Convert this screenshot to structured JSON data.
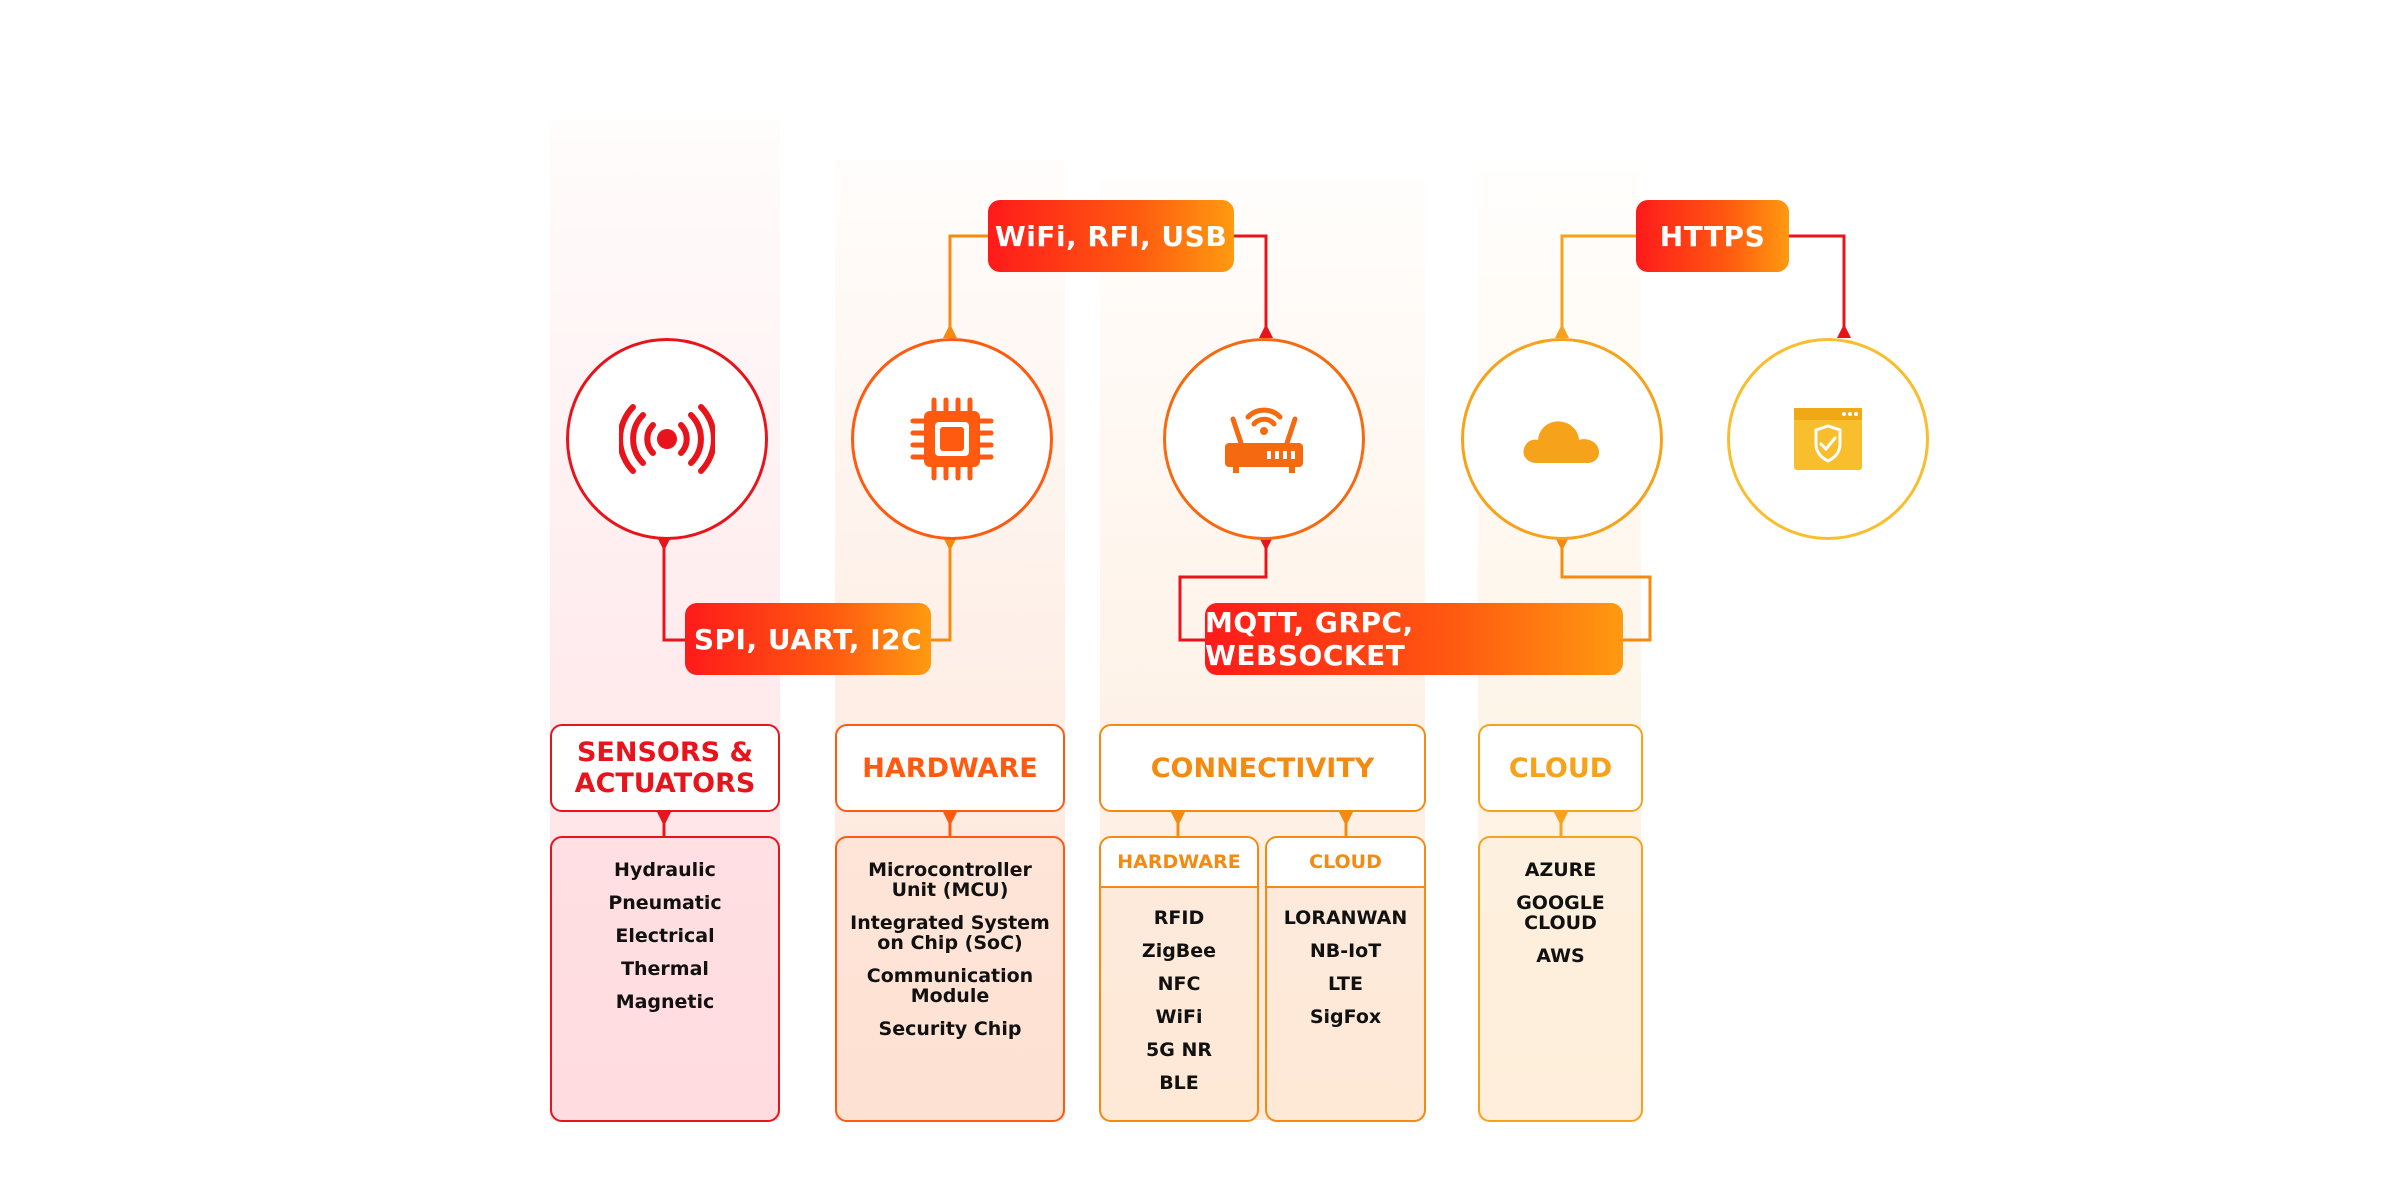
{
  "colors": {
    "red": "#e8141c",
    "orange_red": "#ff5a10",
    "orange": "#f58a10",
    "amber": "#f7a21b",
    "yellow": "#f8be2d"
  },
  "protocols": {
    "top_left": "WiFi, RFI, USB",
    "top_right": "HTTPS",
    "bottom_left": "SPI, UART, I2C",
    "bottom_right": "MQTT, GRPC, WEBSOCKET"
  },
  "icons": [
    "signal-broadcast-icon",
    "microchip-icon",
    "wifi-router-icon",
    "cloud-icon",
    "secure-browser-icon"
  ],
  "categories": {
    "sensors": {
      "title_line1": "SENSORS &",
      "title_line2": "ACTUATORS",
      "items": [
        "Hydraulic",
        "Pneumatic",
        "Electrical",
        "Thermal",
        "Magnetic"
      ]
    },
    "hardware": {
      "title": "HARDWARE",
      "items": [
        "Microcontroller Unit (MCU)",
        "Integrated System on Chip (SoC)",
        "Communication Module",
        "Security Chip"
      ]
    },
    "connectivity": {
      "title": "CONNECTIVITY",
      "hardware": {
        "title": "HARDWARE",
        "items": [
          "RFID",
          "ZigBee",
          "NFC",
          "WiFi",
          "5G NR",
          "BLE"
        ]
      },
      "cloud": {
        "title": "CLOUD",
        "items": [
          "LORANWAN",
          "NB-IoT",
          "LTE",
          "SigFox"
        ]
      }
    },
    "cloud": {
      "title": "CLOUD",
      "items": [
        "AZURE",
        "GOOGLE CLOUD",
        "AWS"
      ]
    }
  }
}
